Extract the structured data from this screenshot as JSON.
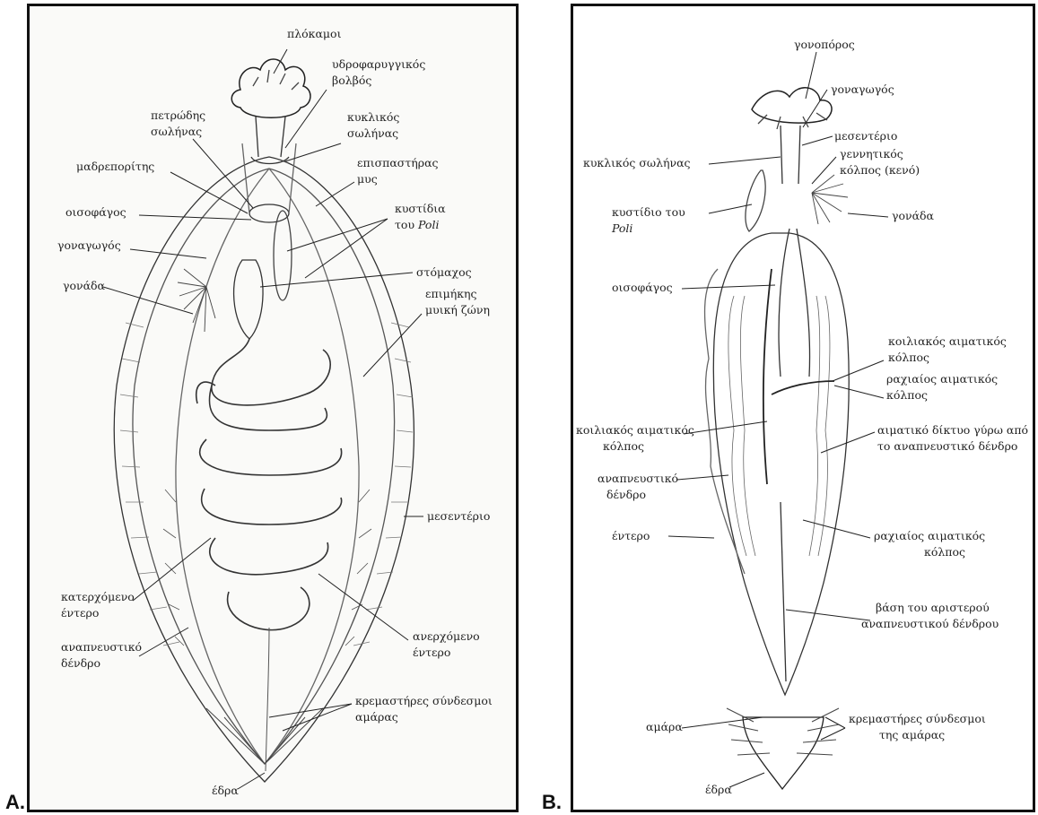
{
  "panel_a": {
    "letter": "A.",
    "labels": {
      "plokamoi": "πλόκαμοι",
      "ydrofaryggikos_1": "υδροφαρυγγικός",
      "ydrofaryggikos_2": "βολβός",
      "petrodis_1": "πετρώδης",
      "petrodis_2": "σωλήνας",
      "kyklikos_1": "κυκλικός",
      "kyklikos_2": "σωλήνας",
      "madreporitis": "μαδρεπορίτης",
      "epispastiras_1": "επισπαστήρας",
      "epispastiras_2": "μυς",
      "oisofagos": "οισοφάγος",
      "kystidia_1": "κυστίδια",
      "kystidia_2a": "του",
      "kystidia_2b": "Poli",
      "gonagogos": "γοναγωγός",
      "stomachos": "στόμαχος",
      "gonada": "γονάδα",
      "epimikis_1": "επιμήκης",
      "epimikis_2": "μυική ζώνη",
      "mesenterio": "μεσεντέριο",
      "katerchomeno_1": "κατερχόμενο",
      "katerchomeno_2": "έντερο",
      "anapneustiko_1": "αναπνευστικό",
      "anapneustiko_2": "δένδρο",
      "anerchomeno_1": "ανερχόμενο",
      "anerchomeno_2": "έντερο",
      "kremastires_1": "κρεμαστήρες σύνδεσμοι",
      "kremastires_2": "αμάρας",
      "edra": "έδρα"
    }
  },
  "panel_b": {
    "letter": "B.",
    "labels": {
      "gonoporos": "γονοπόρος",
      "gonagogos": "γοναγωγός",
      "mesenterio": "μεσεντέριο",
      "kyklikos": "κυκλικός σωλήνας",
      "genniti_1": "γεννητικός",
      "genniti_2": "κόλπος (κενό)",
      "kystidio_1": "κυστίδιο του",
      "kystidio_2": "Poli",
      "gonada": "γονάδα",
      "oisofagos": "οισοφάγος",
      "koiliakos_r1": "κοιλιακός αιματικός",
      "koiliakos_r2": "κόλπος",
      "rachiaios_r1": "ραχιαίος αιματικός",
      "rachiaios_r2": "κόλπος",
      "koiliakos_l1": "κοιλιακός αιματικός",
      "koiliakos_l2": "κόλπος",
      "diktyo_1": "αιματικό δίκτυο γύρω από",
      "diktyo_2": "το αναπνευστικό δένδρο",
      "anapneustiko_1": "αναπνευστικό",
      "anapneustiko_2": "δένδρο",
      "entero": "έντερο",
      "rachiaios_b1": "ραχιαίος αιματικός",
      "rachiaios_b2": "κόλπος",
      "vasi_1": "βάση του αριστερού",
      "vasi_2": "αναπνευστικού δένδρου",
      "amara": "αμάρα",
      "kremastires_1": "κρεμαστήρες σύνδεσμοι",
      "kremastires_2": "της αμάρας",
      "edra": "έδρα"
    }
  }
}
